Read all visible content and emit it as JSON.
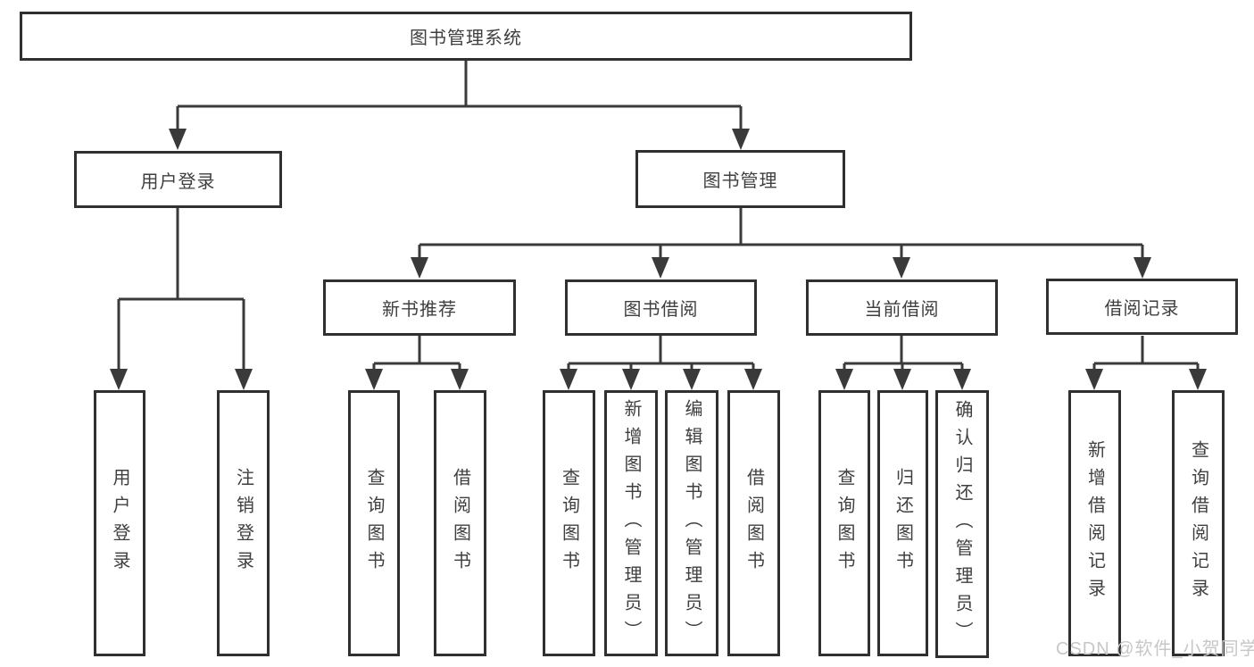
{
  "tree": {
    "root": "图书管理系统",
    "branches": [
      {
        "label": "用户登录",
        "children": [
          "用户登录",
          "注销登录"
        ]
      },
      {
        "label": "图书管理",
        "groups": [
          {
            "label": "新书推荐",
            "children": [
              "查询图书",
              "借阅图书"
            ]
          },
          {
            "label": "图书借阅",
            "children": [
              "查询图书",
              "新增图书（管理员）",
              "编辑图书（管理员）",
              "借阅图书"
            ]
          },
          {
            "label": "当前借阅",
            "children": [
              "查询图书",
              "归还图书",
              "确认归还（管理员）"
            ]
          },
          {
            "label": "借阅记录",
            "children": [
              "新增借阅记录",
              "查询借阅记录"
            ]
          }
        ]
      }
    ]
  },
  "watermark": {
    "text": "CSDN @软件_小贺同学"
  },
  "colors": {
    "line": "#3a3a3a",
    "border": "#303030",
    "text": "#3f3f3f",
    "background": "#ffffff",
    "watermark": "#c7c7c7"
  }
}
